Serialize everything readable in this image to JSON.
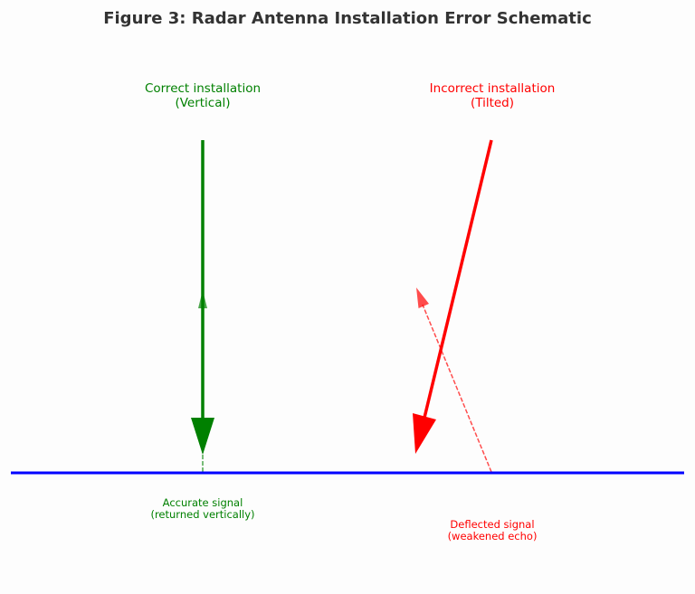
{
  "title": "Figure 3: Radar Antenna Installation Error Schematic",
  "correct": {
    "label_line1": "Correct installation",
    "label_line2": "(Vertical)",
    "signal_line1": "Accurate signal",
    "signal_line2": "(returned vertically)",
    "color": "#008000"
  },
  "incorrect": {
    "label_line1": "Incorrect installation",
    "label_line2": "(Tilted)",
    "signal_line1": "Deflected signal",
    "signal_line2": "(weakened echo)",
    "color": "#ff0000"
  },
  "ground_color": "#0000ff"
}
